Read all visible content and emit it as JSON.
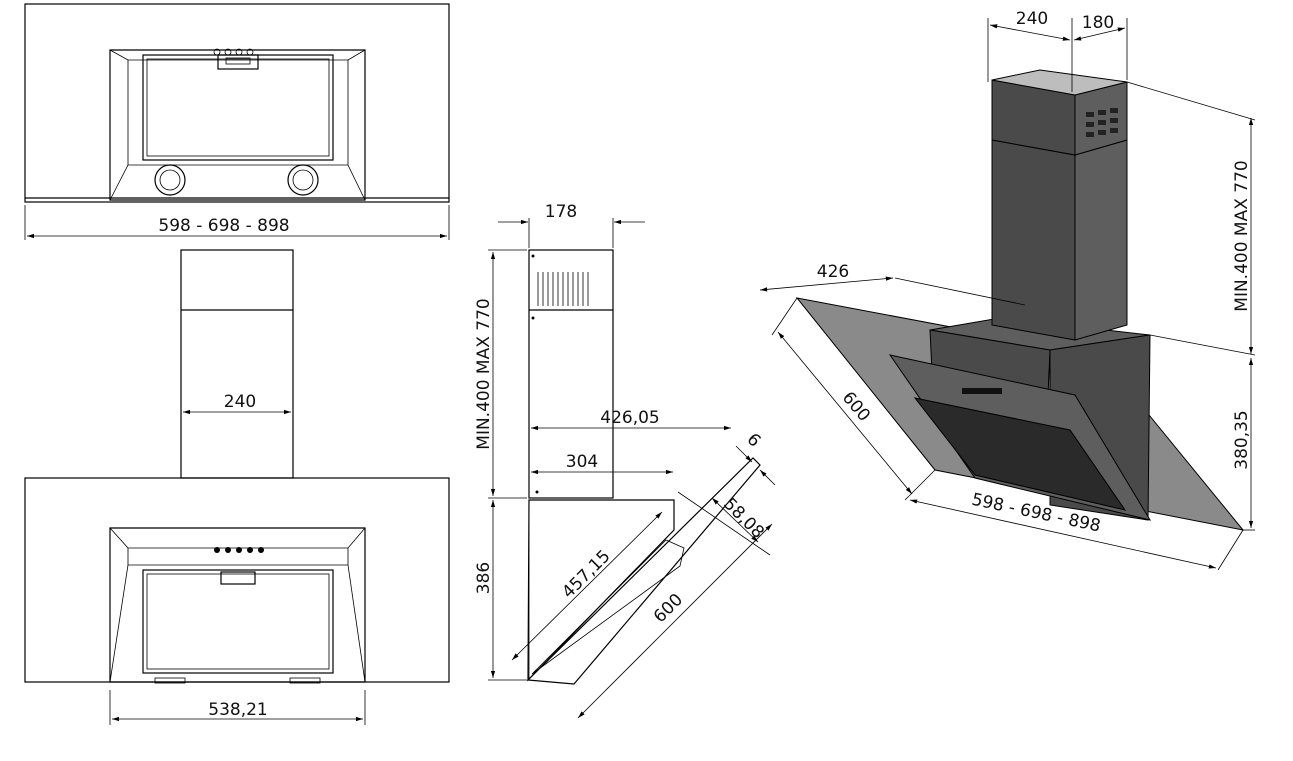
{
  "dimensions": {
    "front_width": "598 - 698 - 898",
    "chimney_width_front": "240",
    "canopy_inner_width": "538,21",
    "side_depth_top": "178",
    "side_chimney_height": "MIN.400 MAX 770",
    "side_hood_height": "386",
    "side_depth_426": "426,05",
    "side_depth_304": "304",
    "side_glass_457": "457,15",
    "side_glass_600": "600",
    "side_offset_58": "58,08",
    "side_thickness_6": "6",
    "iso_chimney_w": "240",
    "iso_chimney_d": "180",
    "iso_depth": "426",
    "iso_glass": "600",
    "iso_width": "598 - 698 - 898",
    "iso_chimney_height": "MIN.400 MAX 770",
    "iso_hood_height": "380,35"
  }
}
